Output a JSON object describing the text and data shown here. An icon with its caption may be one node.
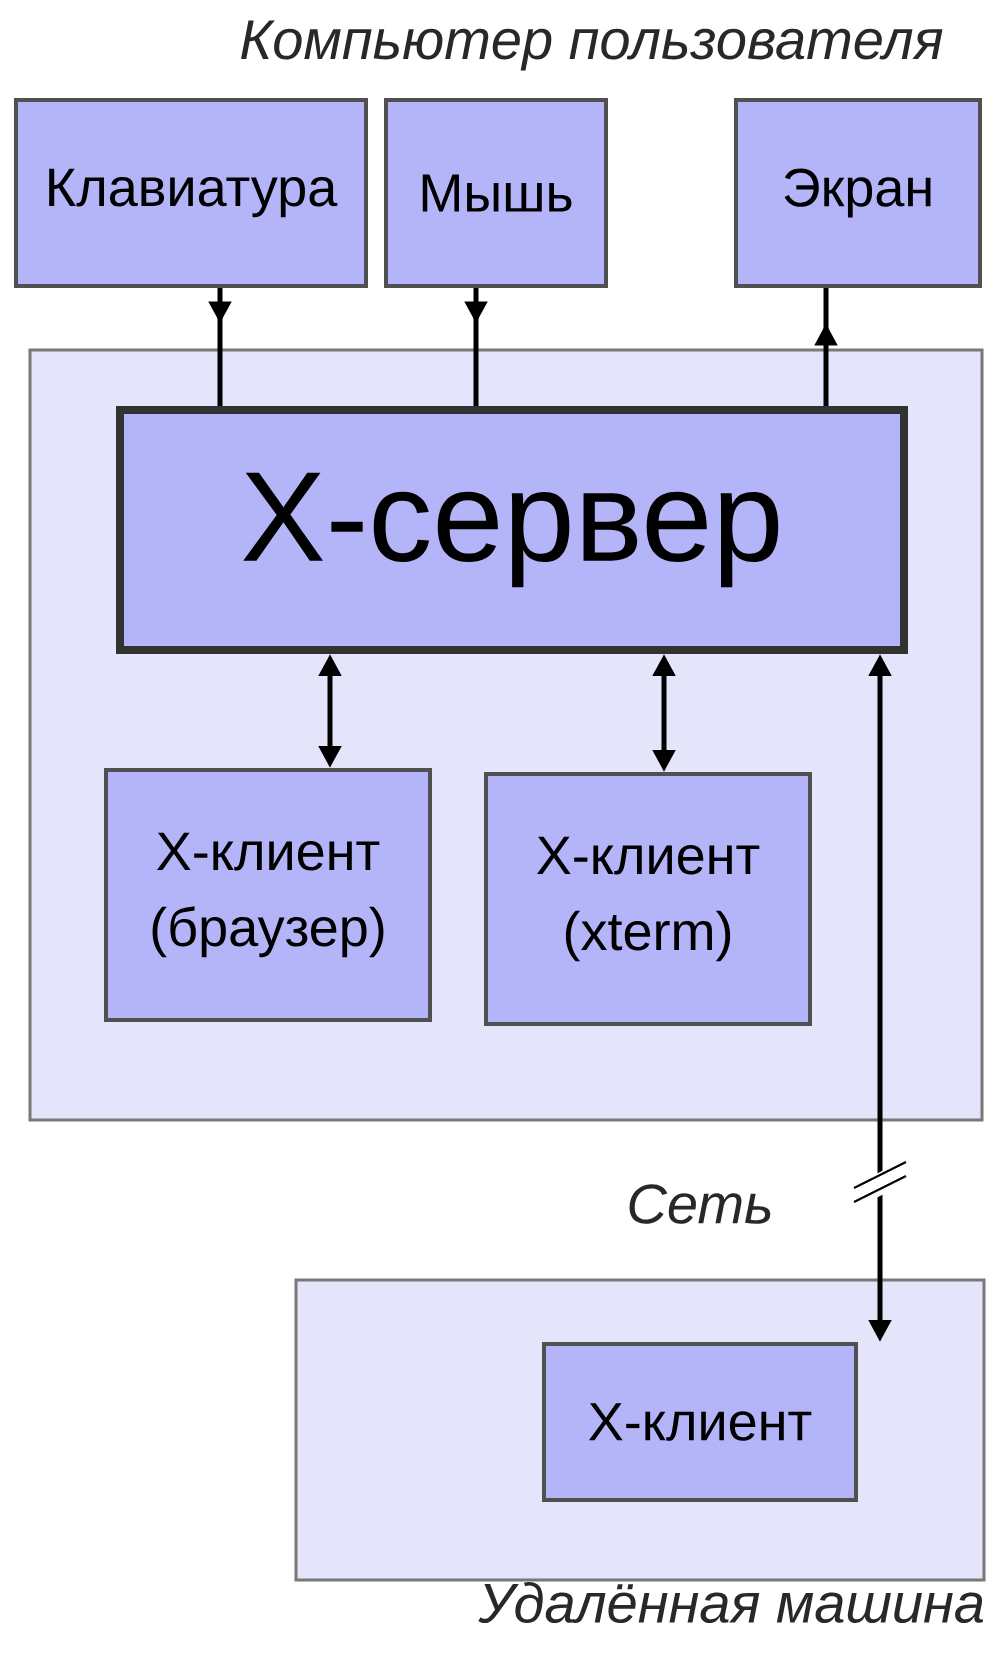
{
  "diagram": {
    "nodes": [
      {
        "text": [
          "Клавиатура"
        ]
      },
      {
        "text": [
          "Мышь"
        ]
      },
      {
        "text": [
          "Экран"
        ]
      },
      {
        "text": [],
        "shape": "box"
      },
      {
        "text": [
          "X-сервер"
        ],
        "in": 3
      },
      {
        "text": [
          "X-клиент (браузер)"
        ],
        "in": 3
      },
      {
        "text": [
          "X-клиент (xterm)"
        ],
        "in": 3
      },
      {
        "text": [
          "Удалённая машина"
        ]
      },
      {
        "text": [
          "X-клиент"
        ],
        "in": 7
      }
    ],
    "edges": [
      {
        "from": 0,
        "to": 4,
        "arrow": "to"
      },
      {
        "from": 1,
        "to": 4,
        "arrow": "to"
      },
      {
        "from": 4,
        "to": 2,
        "arrow": "to"
      },
      {
        "from": 4,
        "to": 5,
        "arrow": "both"
      },
      {
        "from": 4,
        "to": 6,
        "arrow": "both"
      },
      {
        "from": 4,
        "to": 8,
        "arrow": "both",
        "label": "Сеть"
      }
    ],
    "labels": [
      "Компьютер пользователя"
    ]
  }
}
